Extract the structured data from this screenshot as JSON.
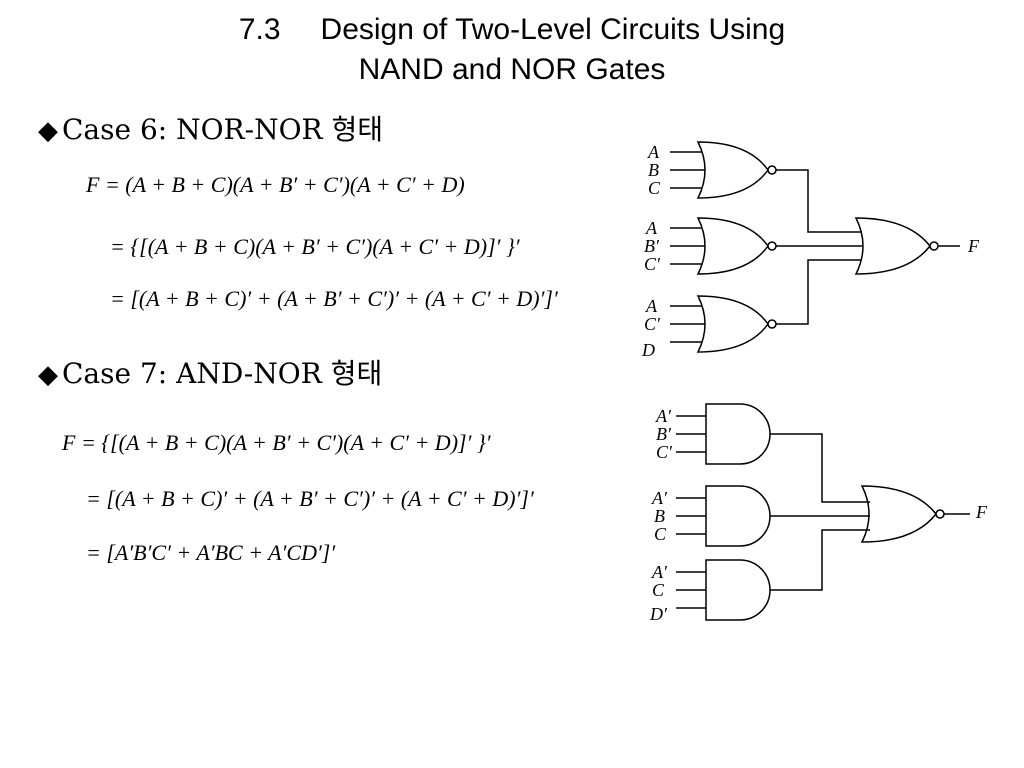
{
  "title": {
    "number": "7.3",
    "line1": "Design of Two-Level Circuits Using",
    "line2": "NAND and NOR Gates"
  },
  "case6": {
    "heading": "Case 6: NOR-NOR 형태",
    "equations": [
      "F = (A + B + C)(A + B′ + C′)(A + C′ + D)",
      "= {[(A + B + C)(A + B′ + C′)(A + C′ + D)]′ }′",
      "= [(A + B + C)′ + (A + B′ + C′)′ + (A + C′ + D)′]′"
    ],
    "circuit": {
      "gate1_inputs": [
        "A",
        "B",
        "C"
      ],
      "gate2_inputs": [
        "A",
        "B′",
        "C′"
      ],
      "gate3_inputs": [
        "A",
        "C′",
        "D"
      ],
      "output": "F"
    }
  },
  "case7": {
    "heading": "Case 7: AND-NOR 형태",
    "equations": [
      "F = {[(A + B + C)(A + B′ + C′)(A + C′ + D)]′ }′",
      "= [(A + B + C)′ + (A + B′ + C′)′ + (A + C′ + D)′]′",
      "= [A′B′C′ + A′BC + A′CD′]′"
    ],
    "circuit": {
      "gate1_inputs": [
        "A′",
        "B′",
        "C′"
      ],
      "gate2_inputs": [
        "A′",
        "B",
        "C"
      ],
      "gate3_inputs": [
        "A′",
        "C",
        "D′"
      ],
      "output": "F"
    }
  }
}
